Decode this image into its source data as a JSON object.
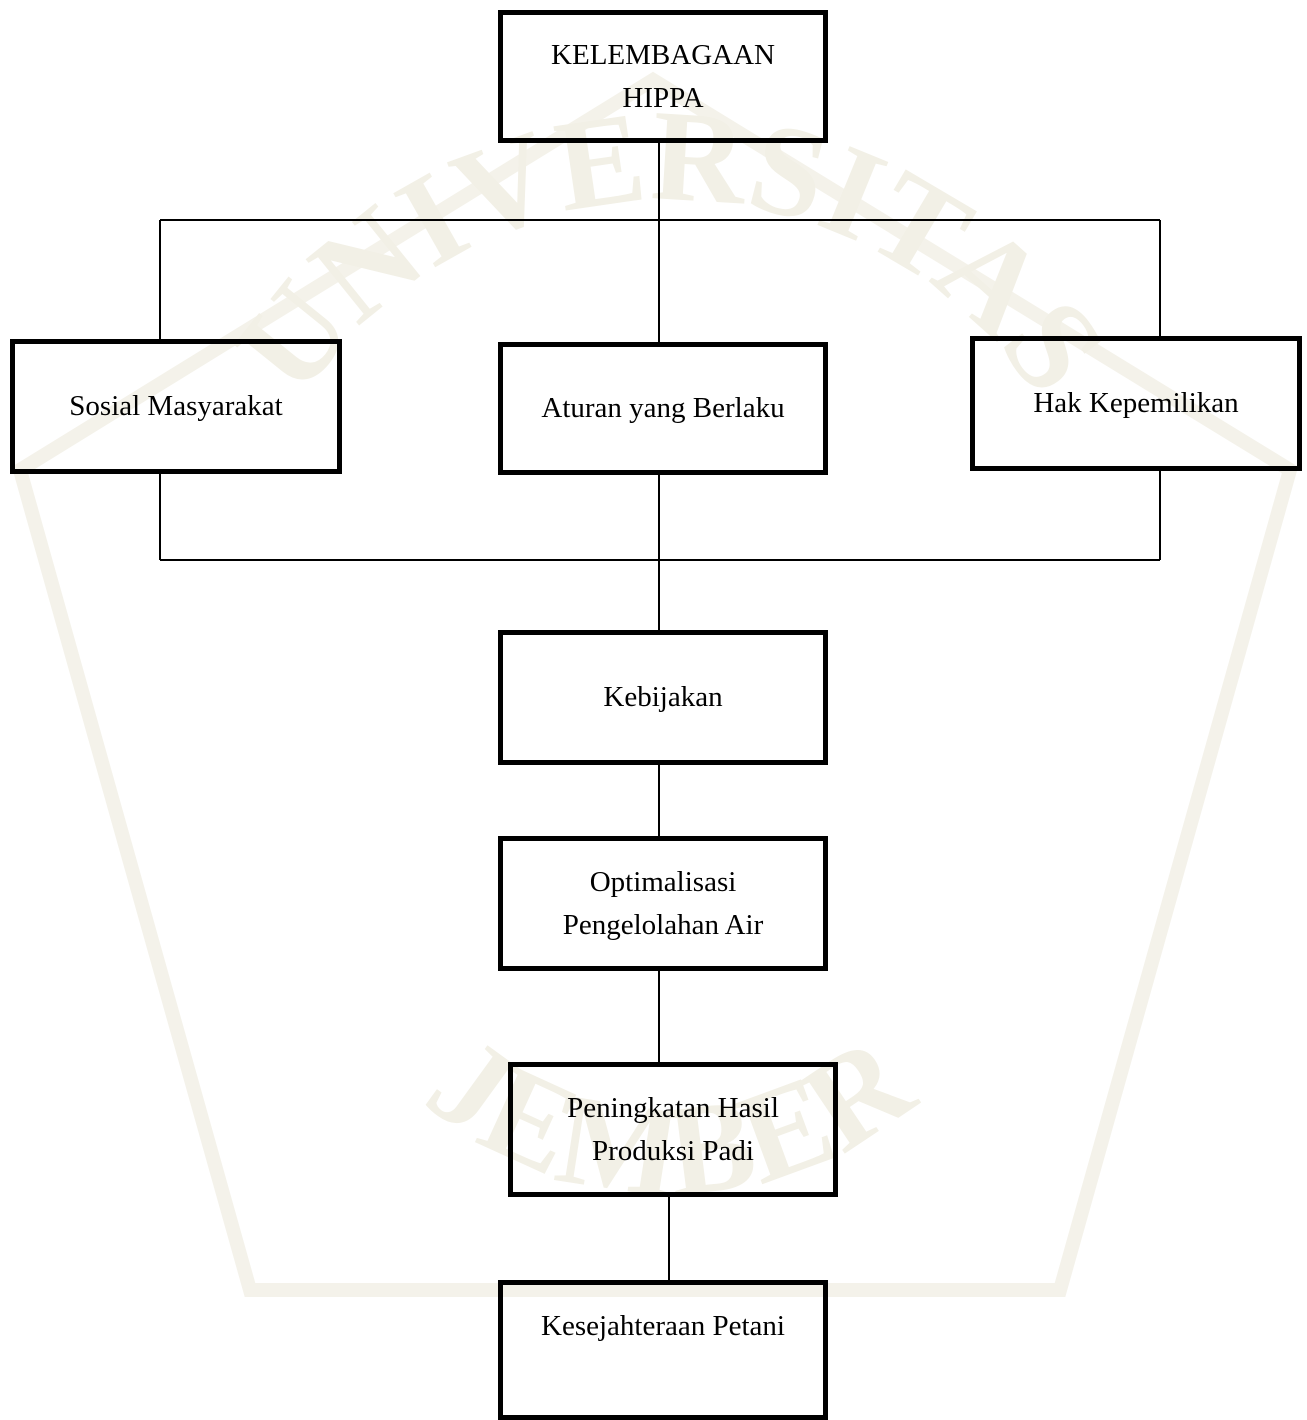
{
  "diagram": {
    "nodes": {
      "kelembagaan": "KELEMBAGAAN\nHIPPA",
      "sosial": "Sosial Masyarakat",
      "aturan": "Aturan yang Berlaku",
      "hak": "Hak Kepemilikan",
      "kebijakan": "Kebijakan",
      "optimalisasi": "Optimalisasi\nPengelolahan Air",
      "peningkatan": "Peningkatan Hasil\nProduksi Padi",
      "kesejahteraan": "Kesejahteraan Petani"
    },
    "edges": [
      [
        "kelembagaan",
        "sosial"
      ],
      [
        "kelembagaan",
        "aturan"
      ],
      [
        "kelembagaan",
        "hak"
      ],
      [
        "sosial",
        "kebijakan"
      ],
      [
        "aturan",
        "kebijakan"
      ],
      [
        "hak",
        "kebijakan"
      ],
      [
        "kebijakan",
        "optimalisasi"
      ],
      [
        "optimalisasi",
        "peningkatan"
      ],
      [
        "peningkatan",
        "kesejahteraan"
      ]
    ]
  },
  "watermark": {
    "text_top": "UNIVERSITAS",
    "text_bottom": "JEMBER",
    "color": "#f2f0e6"
  }
}
